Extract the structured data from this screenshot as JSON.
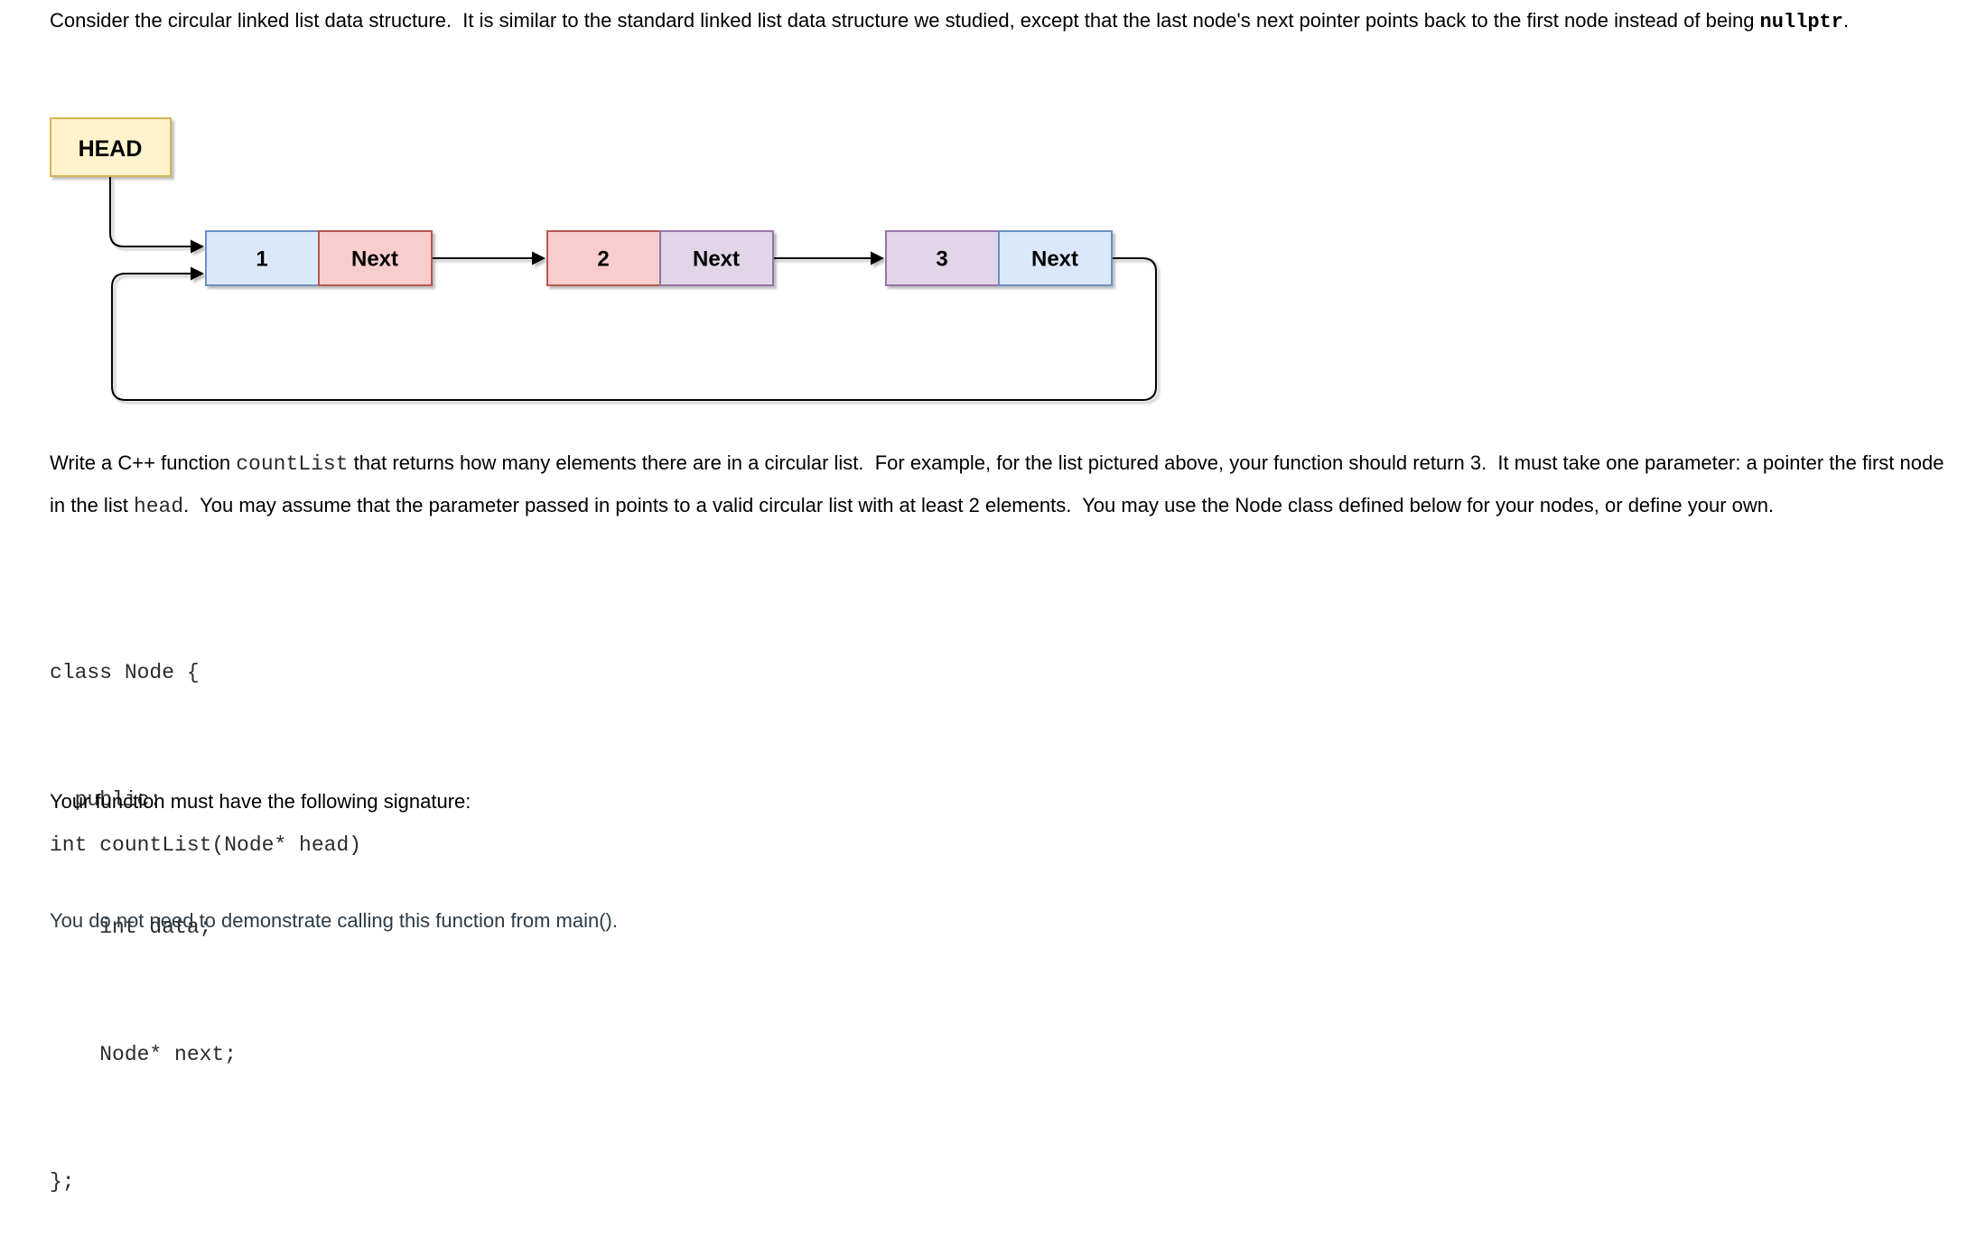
{
  "page": {
    "background": "#ffffff",
    "text_color": "#000000",
    "footer_color": "#2d3b45"
  },
  "intro": {
    "text1": "Consider the circular linked list data structure.  It is similar to the standard linked list data structure we studied, except that the last node's next pointer points back to the first node instead of being ",
    "code1": "nullptr",
    "text2": "."
  },
  "diagram": {
    "head_label": "HEAD",
    "head_fill": "#fff2cc",
    "head_border": "#d6b656",
    "arrow_color": "#000000",
    "nodes": [
      {
        "value": "1",
        "next_label": "Next",
        "value_fill": "#dae8fc",
        "value_border": "#6c8ebf",
        "next_fill": "#f8cecc",
        "next_border": "#b85450"
      },
      {
        "value": "2",
        "next_label": "Next",
        "value_fill": "#f8cecc",
        "value_border": "#b85450",
        "next_fill": "#e1d5e7",
        "next_border": "#9673a6"
      },
      {
        "value": "3",
        "next_label": "Next",
        "value_fill": "#e1d5e7",
        "value_border": "#9673a6",
        "next_fill": "#dae8fc",
        "next_border": "#6c8ebf"
      }
    ]
  },
  "task": {
    "text1": "Write a C++ function ",
    "code1": "countList",
    "text2": " that returns how many elements there are in a circular list.  For example, for the list pictured above, your function should return 3.  It must take one parameter: a pointer the first node in the list ",
    "code2": "head",
    "text3": ".  You may assume that the parameter passed in points to a valid circular list with at least 2 elements.  You may use the Node class defined below for your nodes, or define your own."
  },
  "code_block": {
    "lines": [
      "class Node {",
      "  public:",
      "    int data;",
      "    Node* next;",
      "};"
    ]
  },
  "signature": {
    "label": "Your function must have the following signature:",
    "code": "int countList(Node* head)"
  },
  "footer": {
    "note": "You do not need to demonstrate calling this function from main()."
  }
}
